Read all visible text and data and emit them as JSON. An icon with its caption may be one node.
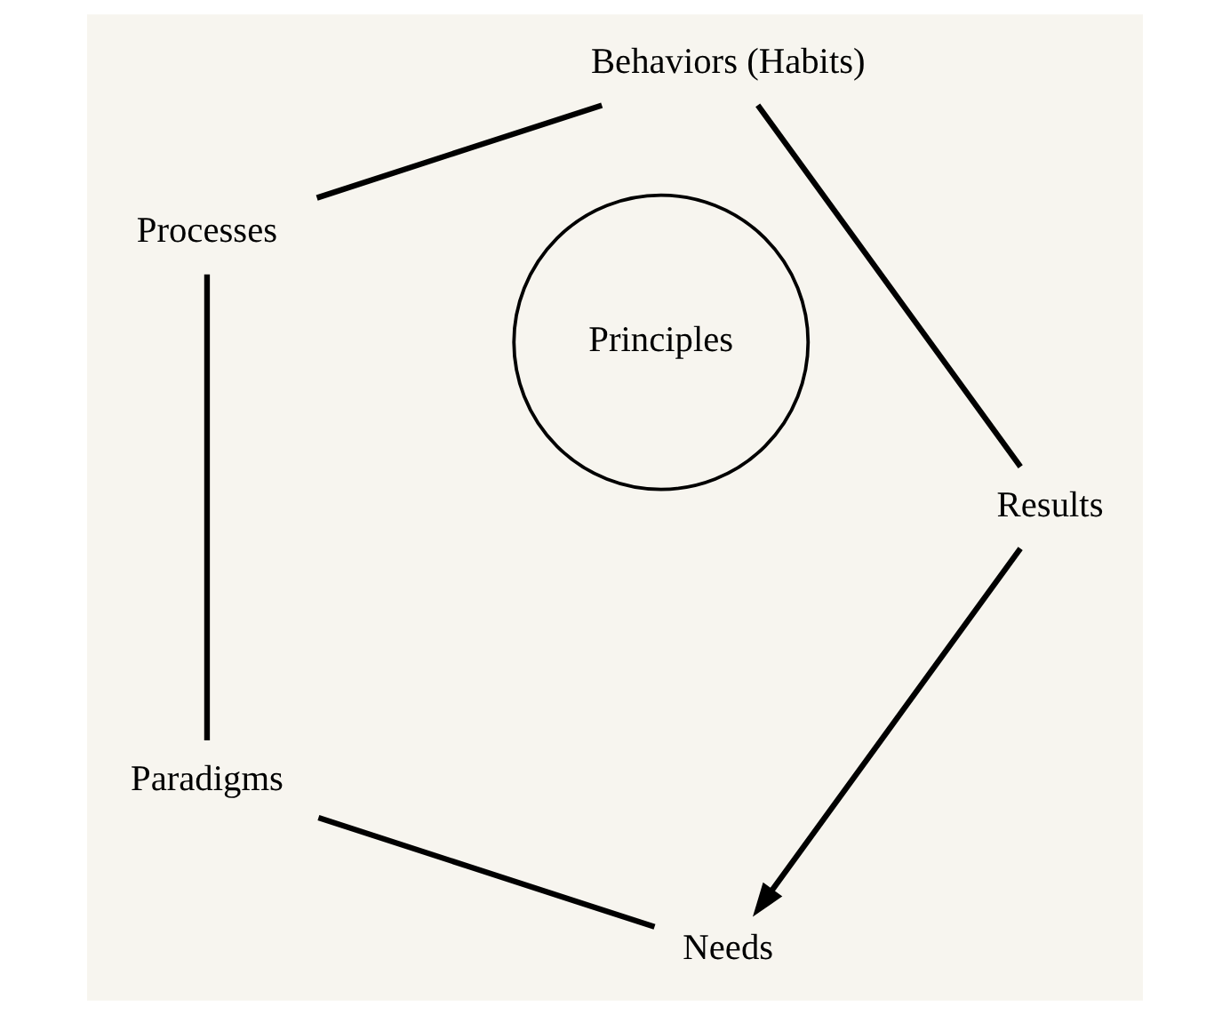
{
  "diagram": {
    "nodes": [
      {
        "text": [
          "Needs"
        ]
      },
      {
        "text": [
          "Paradigms"
        ]
      },
      {
        "text": [
          "Processes"
        ]
      },
      {
        "text": [
          "Behaviors (Habits)"
        ]
      },
      {
        "text": [
          "Results"
        ]
      },
      {
        "text": [
          "Principles"
        ]
      }
    ],
    "edges": [
      {
        "from": 0,
        "to": 1,
        "arrow": "none"
      },
      {
        "from": 1,
        "to": 2,
        "arrow": "none"
      },
      {
        "from": 2,
        "to": 3,
        "arrow": "none"
      },
      {
        "from": 3,
        "to": 4,
        "arrow": "none"
      },
      {
        "from": 4,
        "to": 0,
        "arrow": "to"
      }
    ]
  }
}
